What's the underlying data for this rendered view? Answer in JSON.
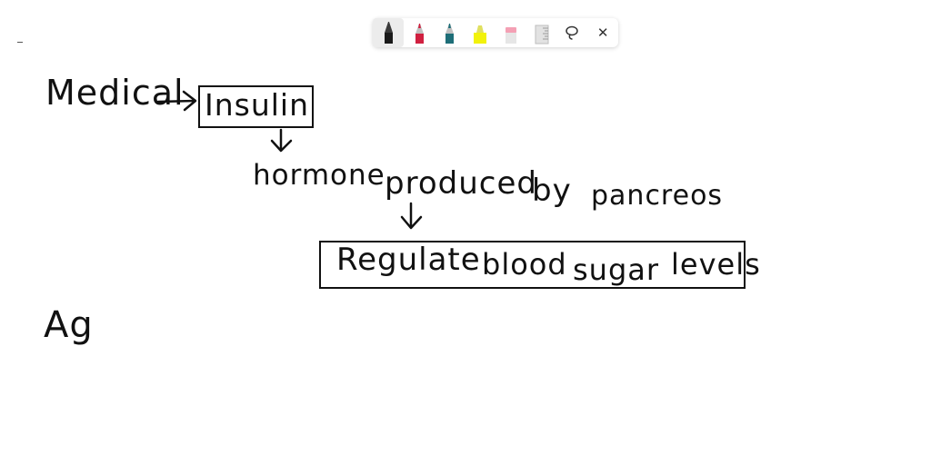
{
  "toolbar": {
    "tools": [
      {
        "name": "black-pen",
        "color": "#1a1a1a"
      },
      {
        "name": "red-pen",
        "color": "#d02040"
      },
      {
        "name": "teal-pen",
        "color": "#1e6e78"
      },
      {
        "name": "yellow-highlighter",
        "color": "#f2f20a"
      },
      {
        "name": "pink-eraser",
        "color": "#f4a0b4"
      },
      {
        "name": "ruler",
        "color": "#cfcfcf"
      }
    ],
    "lasso_icon": "lasso-icon",
    "close_icon": "close-icon",
    "close_glyph": "✕",
    "lasso_glyph": "⟳"
  },
  "notes": {
    "medical": "Medical",
    "insulin": "Insulin",
    "hormone": "hormone",
    "produced": "produced",
    "by": "by",
    "pancreas": "pancreos",
    "regulate": "Regulate",
    "blood": "blood",
    "sugar": "sugar",
    "levels": "levels",
    "ag": "Ag"
  }
}
